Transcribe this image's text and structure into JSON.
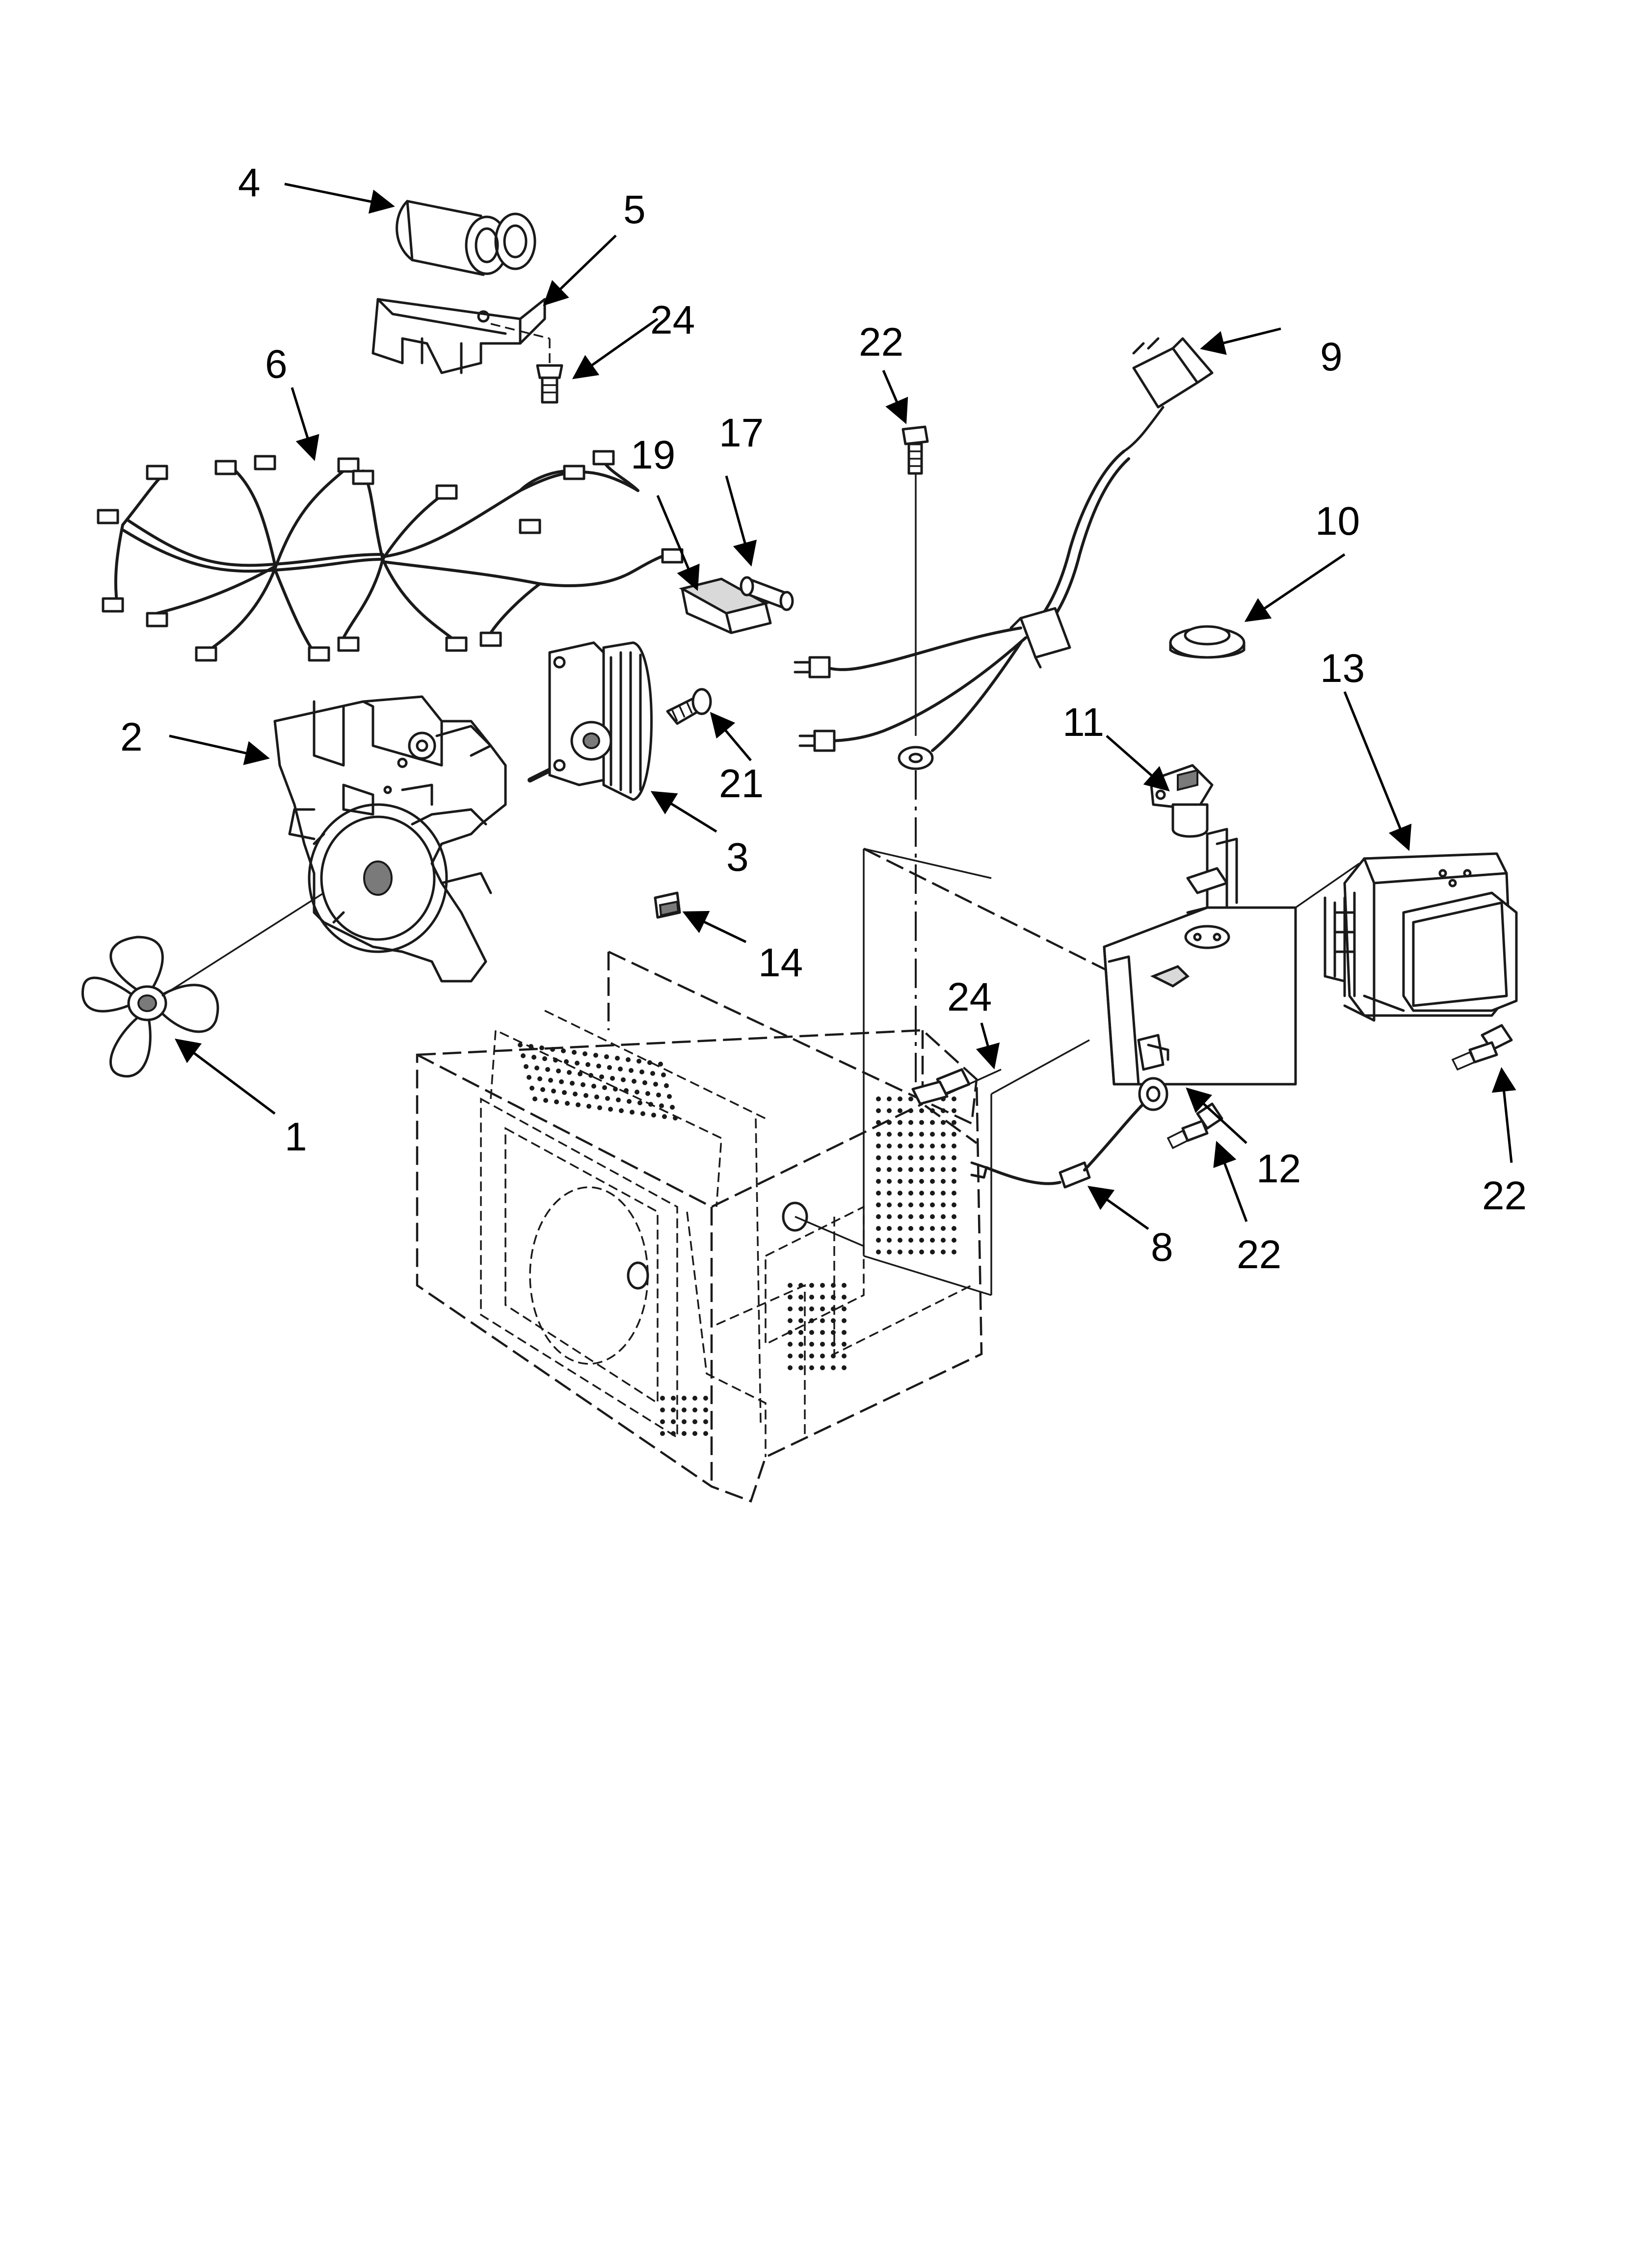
{
  "callouts": [
    {
      "id": "c4a",
      "number": "4"
    },
    {
      "id": "c5",
      "number": "5"
    },
    {
      "id": "c24a",
      "number": "24"
    },
    {
      "id": "c6",
      "number": "6"
    },
    {
      "id": "c19",
      "number": "19"
    },
    {
      "id": "c17",
      "number": "17"
    },
    {
      "id": "c22a",
      "number": "22"
    },
    {
      "id": "c9",
      "number": "9"
    },
    {
      "id": "c10",
      "number": "10"
    },
    {
      "id": "c2",
      "number": "2"
    },
    {
      "id": "c21",
      "number": "21"
    },
    {
      "id": "c3",
      "number": "3"
    },
    {
      "id": "c11",
      "number": "11"
    },
    {
      "id": "c13",
      "number": "13"
    },
    {
      "id": "c14",
      "number": "14"
    },
    {
      "id": "c24b",
      "number": "24"
    },
    {
      "id": "c1",
      "number": "1"
    },
    {
      "id": "c12",
      "number": "12"
    },
    {
      "id": "c22b",
      "number": "22"
    },
    {
      "id": "c8",
      "number": "8"
    },
    {
      "id": "c22c",
      "number": "22"
    }
  ]
}
